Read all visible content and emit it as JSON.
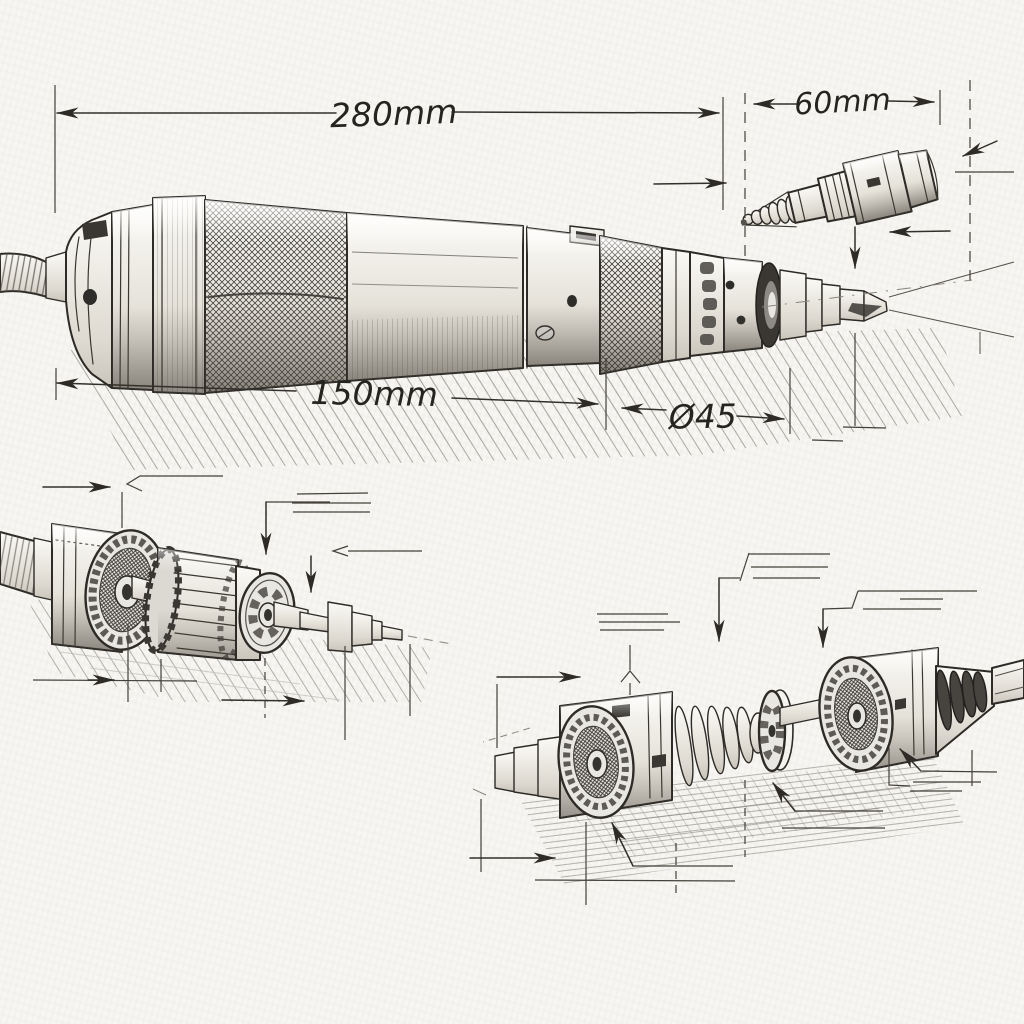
{
  "dimensions": {
    "overall_length": "280mm",
    "attachment_length": "60mm",
    "body_length": "150mm",
    "body_diameter": "Ø45"
  },
  "colors": {
    "paper": "#f7f6f2",
    "ink": "#2e2b27",
    "pencil": "#8a867e",
    "metal_light": "#fbfaf7",
    "metal_dark": "#c9c5bb"
  }
}
